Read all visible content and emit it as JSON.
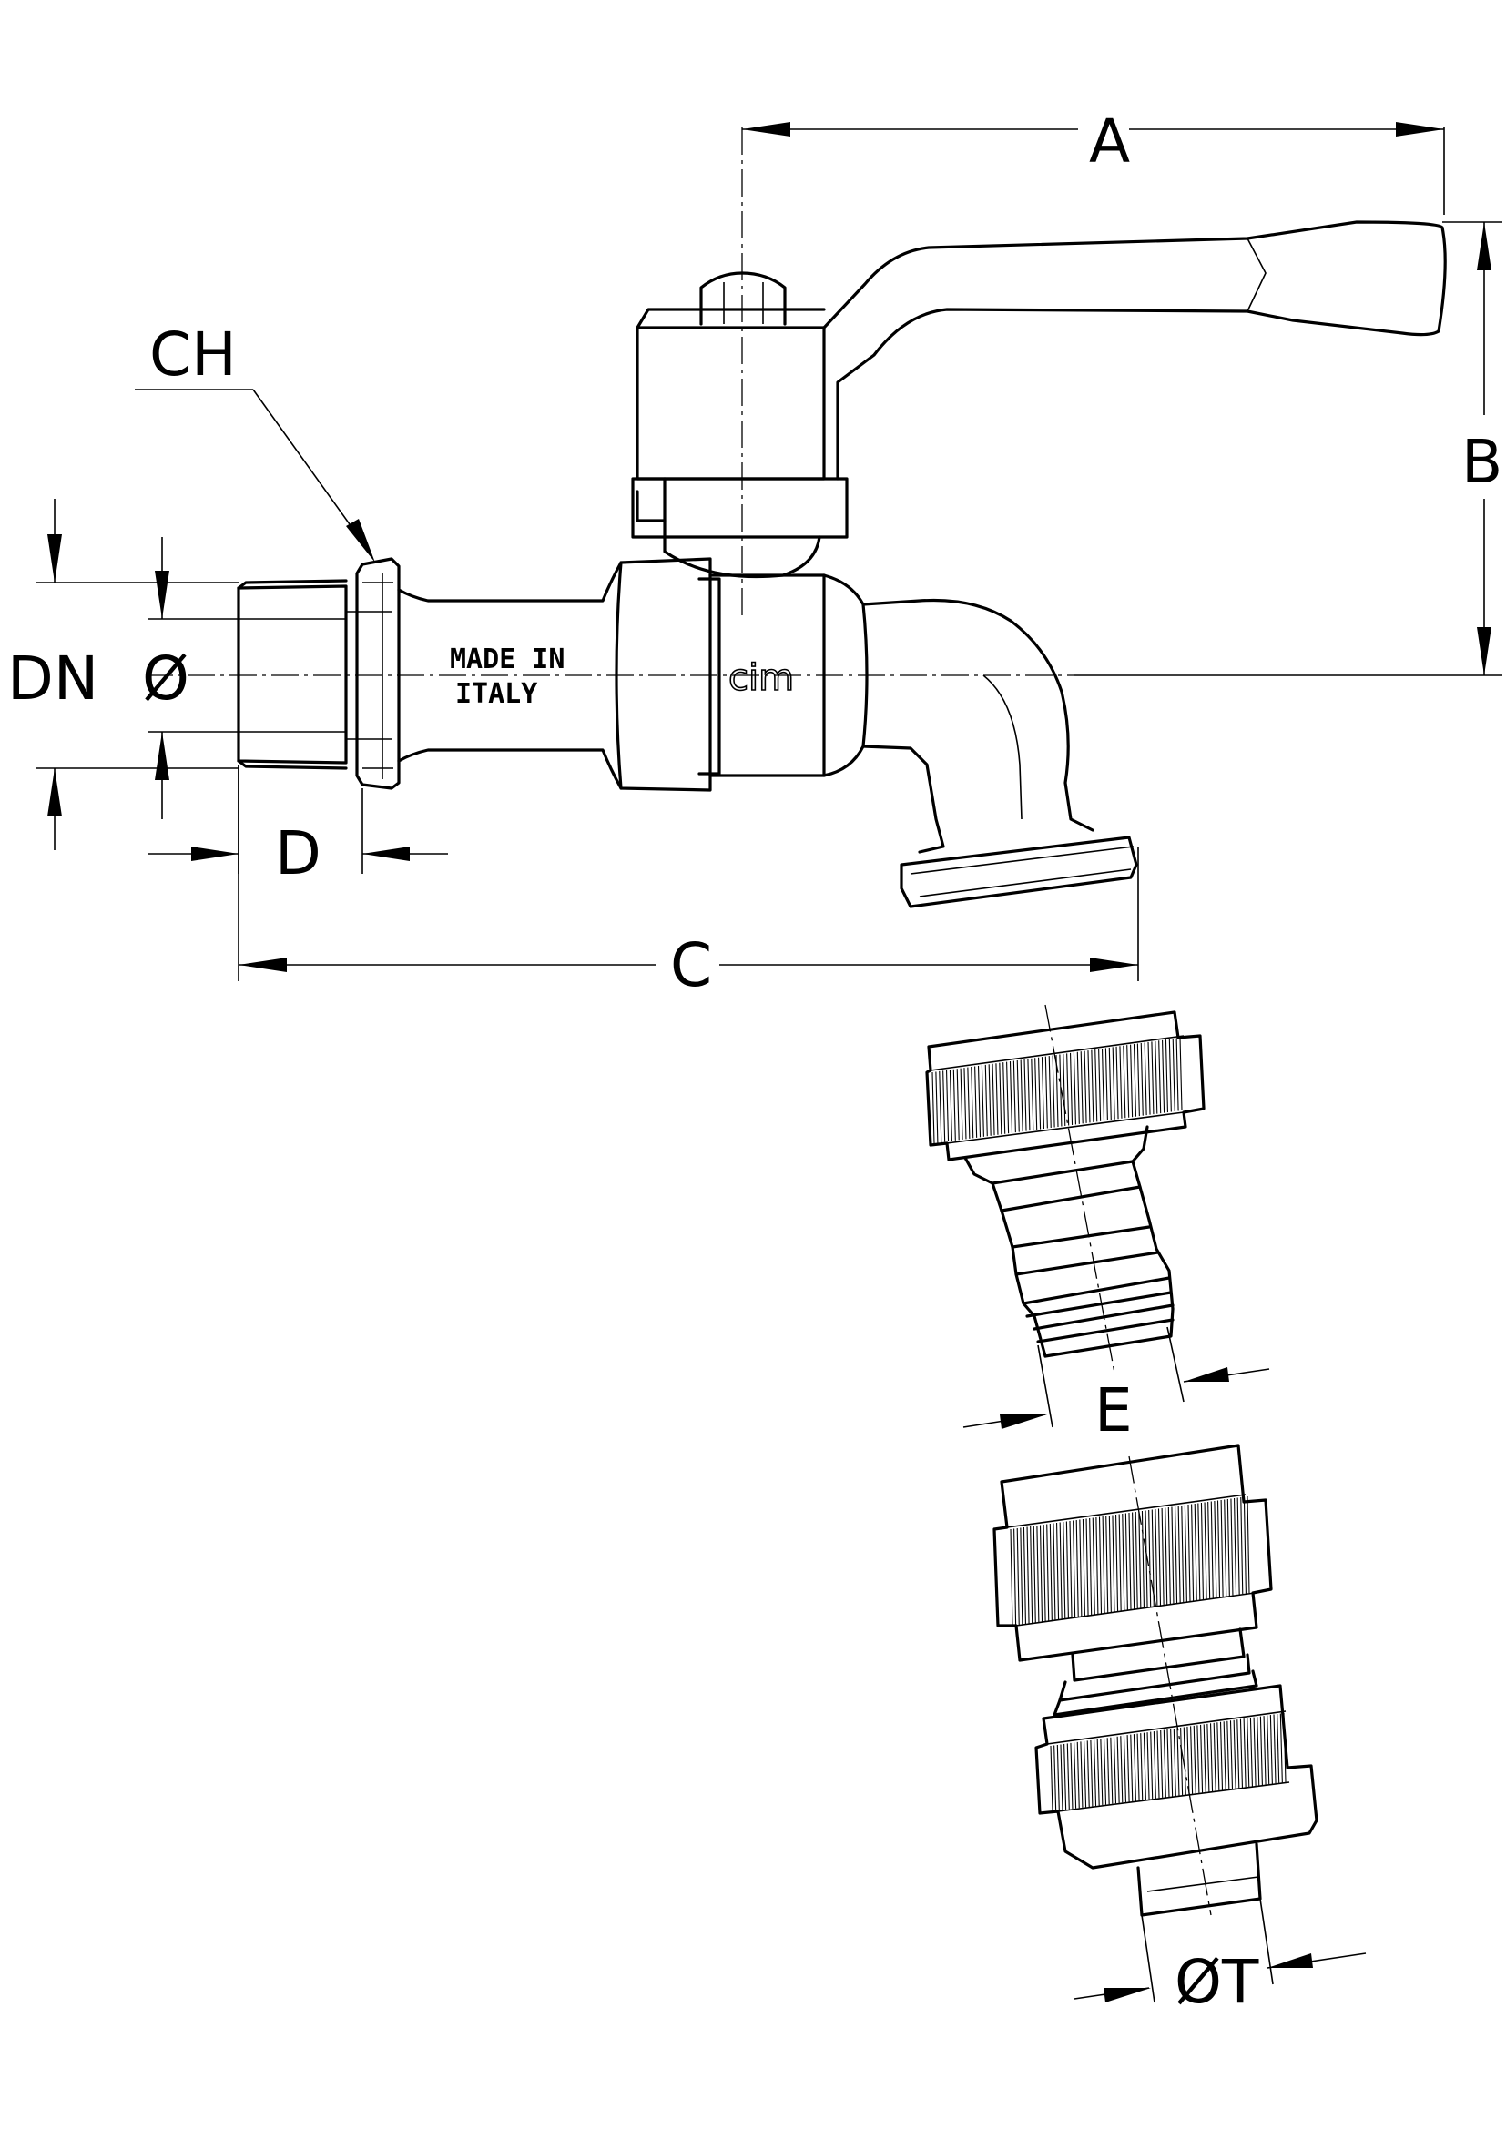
{
  "labels": {
    "A": "A",
    "B": "B",
    "C": "C",
    "D": "D",
    "E": "E",
    "CH": "CH",
    "DN": "DN",
    "diameter": "Ø",
    "diameter_T": "ØT"
  },
  "stamp": {
    "line1": "MADE IN",
    "line2": "ITALY"
  },
  "brand": "cim"
}
